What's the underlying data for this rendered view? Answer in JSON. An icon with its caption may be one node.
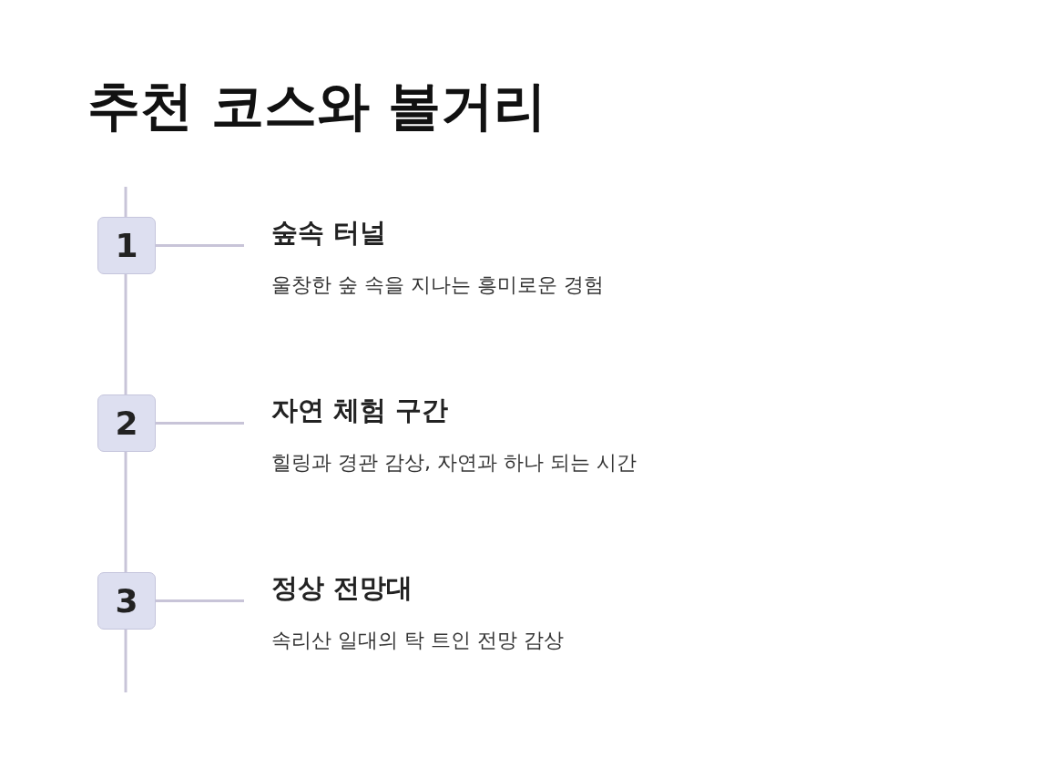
{
  "diagram": {
    "title": "추천 코스와 볼거리",
    "nodes": [
      {
        "text": [
          "1"
        ]
      },
      {
        "text": [
          "숲속 터널",
          "울창한 숲 속을 지나는 흥미로운 경험"
        ]
      },
      {
        "text": [
          "2"
        ]
      },
      {
        "text": [
          "자연 체험 구간",
          "힐링과 경관 감상, 자연과 하나 되는 시간"
        ]
      },
      {
        "text": [
          "3"
        ]
      },
      {
        "text": [
          "정상 전망대",
          "속리산 일대의 탁 트인 전망 감상"
        ]
      }
    ],
    "edges": [
      {
        "from": 0,
        "to": 1,
        "arrow": "none"
      },
      {
        "from": 2,
        "to": 3,
        "arrow": "none"
      },
      {
        "from": 4,
        "to": 5,
        "arrow": "none"
      },
      {
        "from": 0,
        "to": 2,
        "arrow": "none"
      },
      {
        "from": 2,
        "to": 4,
        "arrow": "none"
      }
    ]
  }
}
